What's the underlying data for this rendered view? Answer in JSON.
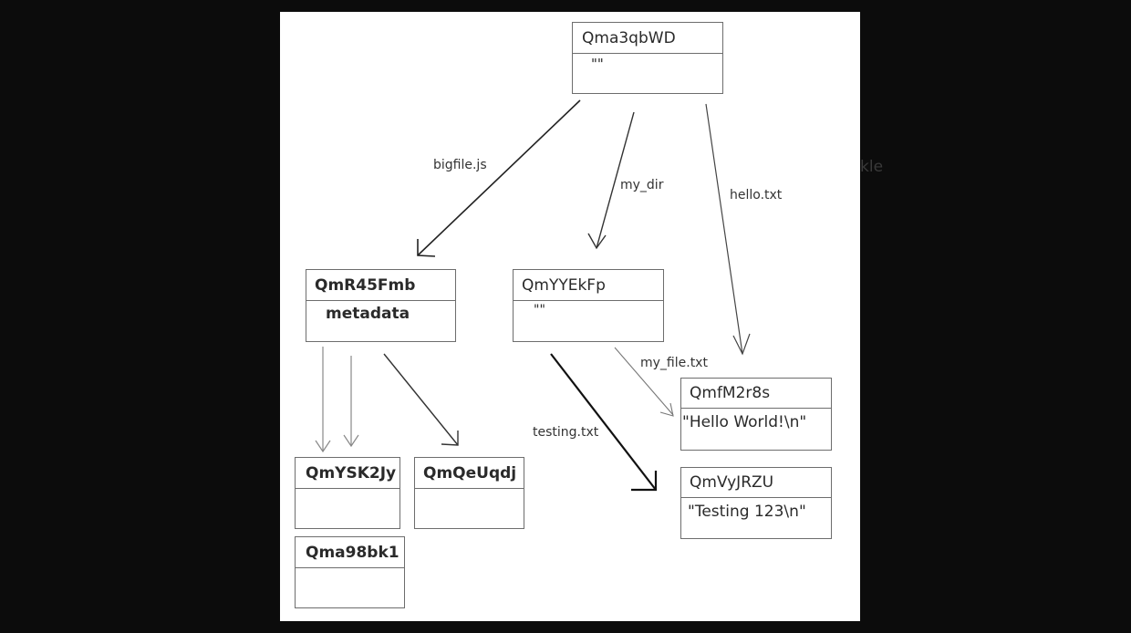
{
  "diagram": {
    "nodes": [
      {
        "id": "root",
        "hash": "Qma3qbWD",
        "content": "\"\""
      },
      {
        "id": "bigfile",
        "hash": "QmR45Fmb",
        "content": "metadata"
      },
      {
        "id": "mydir",
        "hash": "QmYYEkFp",
        "content": "\"\""
      },
      {
        "id": "hello",
        "hash": "QmfM2r8s",
        "content": "\"Hello World!\\n\""
      },
      {
        "id": "testing",
        "hash": "QmVyJRZU",
        "content": "\"Testing 123\\n\""
      },
      {
        "id": "chunk1",
        "hash": "QmYSK2Jy",
        "content": ""
      },
      {
        "id": "chunk2",
        "hash": "QmQeUqdj",
        "content": ""
      },
      {
        "id": "chunk3",
        "hash": "Qma98bk1",
        "content": ""
      }
    ],
    "edges": [
      {
        "from": "root",
        "to": "bigfile",
        "label": "bigfile.js"
      },
      {
        "from": "root",
        "to": "mydir",
        "label": "my_dir"
      },
      {
        "from": "root",
        "to": "hello",
        "label": "hello.txt"
      },
      {
        "from": "mydir",
        "to": "hello",
        "label": "my_file.txt"
      },
      {
        "from": "mydir",
        "to": "testing",
        "label": "testing.txt"
      },
      {
        "from": "bigfile",
        "to": "chunk1",
        "label": ""
      },
      {
        "from": "bigfile",
        "to": "chunk1",
        "label": ""
      },
      {
        "from": "bigfile",
        "to": "chunk2",
        "label": ""
      }
    ],
    "stray_text": "kle"
  }
}
